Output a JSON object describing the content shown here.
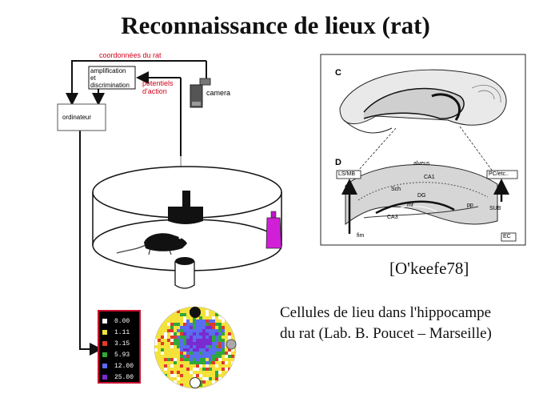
{
  "title": "Reconnaissance de lieux (rat)",
  "schematic": {
    "signal_label": "coordonnées du rat",
    "amp_label_1": "amplification",
    "amp_label_2": "et",
    "amp_label_3": "discrimination",
    "potentials_label_1": "potentiels",
    "potentials_label_2": "d'action",
    "camera_label": "camera",
    "computer_label": "ordinateur"
  },
  "figure_inset": {
    "panel_c": "C",
    "panel_d": "D",
    "labels": {
      "lsmb": "LS/MB",
      "pcetc": "PC/etc..",
      "fim": "fim",
      "ec": "EC",
      "alveus": "alveus",
      "ca1": "CA1",
      "sch": "Sch",
      "dg": "DG",
      "mf": "mf",
      "pp": "pp",
      "sub": "SUB",
      "ca3": "CA3"
    }
  },
  "reference": "[O'keefe78]",
  "caption_line1": "Cellules de lieu dans l'hippocampe",
  "caption_line2": "du rat (Lab. B. Poucet – Marseille)",
  "legend": [
    {
      "value": "0.00",
      "color": "#ffffff"
    },
    {
      "value": "1.11",
      "color": "#f4e23a"
    },
    {
      "value": "3.15",
      "color": "#e03a2a"
    },
    {
      "value": "5.93",
      "color": "#2fa83a"
    },
    {
      "value": "12.00",
      "color": "#5a6cf0"
    },
    {
      "value": "25.00",
      "color": "#7a2bd0"
    }
  ]
}
